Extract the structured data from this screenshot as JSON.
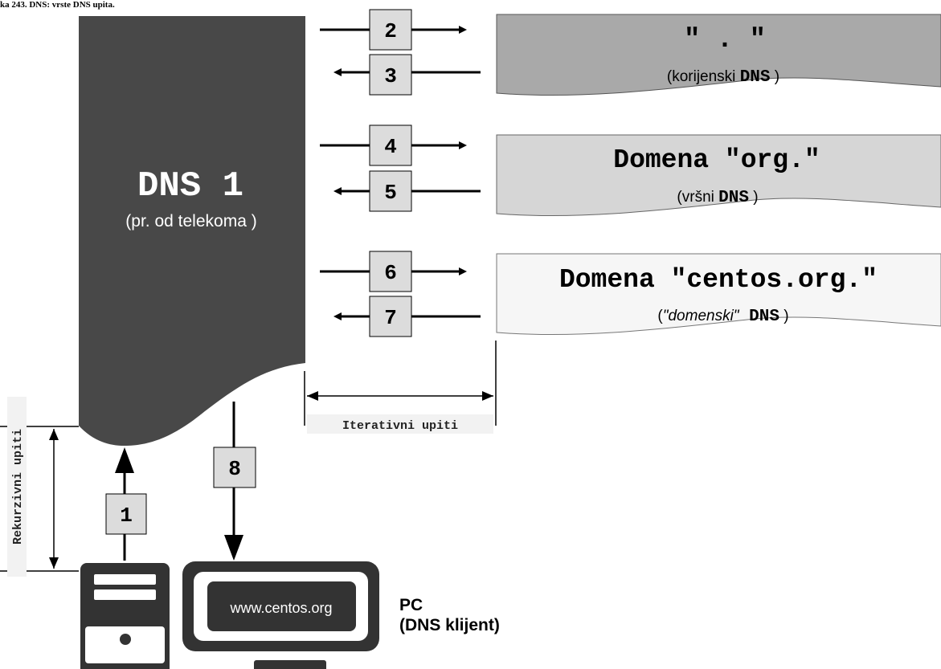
{
  "caption": "ka 243. DNS: vrste DNS upita.",
  "dns1": {
    "title": "DNS 1",
    "subtitle": "(pr. od telekoma )"
  },
  "root_server": {
    "name": "\" . \"",
    "desc_prefix": "(korijenski ",
    "desc_bold": "DNS",
    "desc_suffix": " )"
  },
  "tld_server": {
    "name": "Domena \"org.\"",
    "desc_prefix": "(vršni ",
    "desc_bold": "DNS",
    "desc_suffix": " )"
  },
  "domain_server": {
    "name": "Domena \"centos.org.\"",
    "desc_prefix": "(",
    "desc_italic": "\"domenski\"",
    "desc_bold": " DNS",
    "desc_suffix": " )"
  },
  "steps": [
    "1",
    "2",
    "3",
    "4",
    "5",
    "6",
    "7",
    "8"
  ],
  "iterative_label": "Iterativni upiti",
  "recursive_label": "Rekurzivni upiti",
  "screen_text": "www.centos.org",
  "pc_label_1": "PC",
  "pc_label_2": "(DNS klijent)",
  "colors": {
    "dns1_fill": "#484848",
    "root_fill": "#a9a9a9",
    "tld_fill": "#d6d6d6",
    "domain_fill": "#f6f6f6",
    "step_box": "#dcdcdc",
    "stroke": "#000000"
  }
}
